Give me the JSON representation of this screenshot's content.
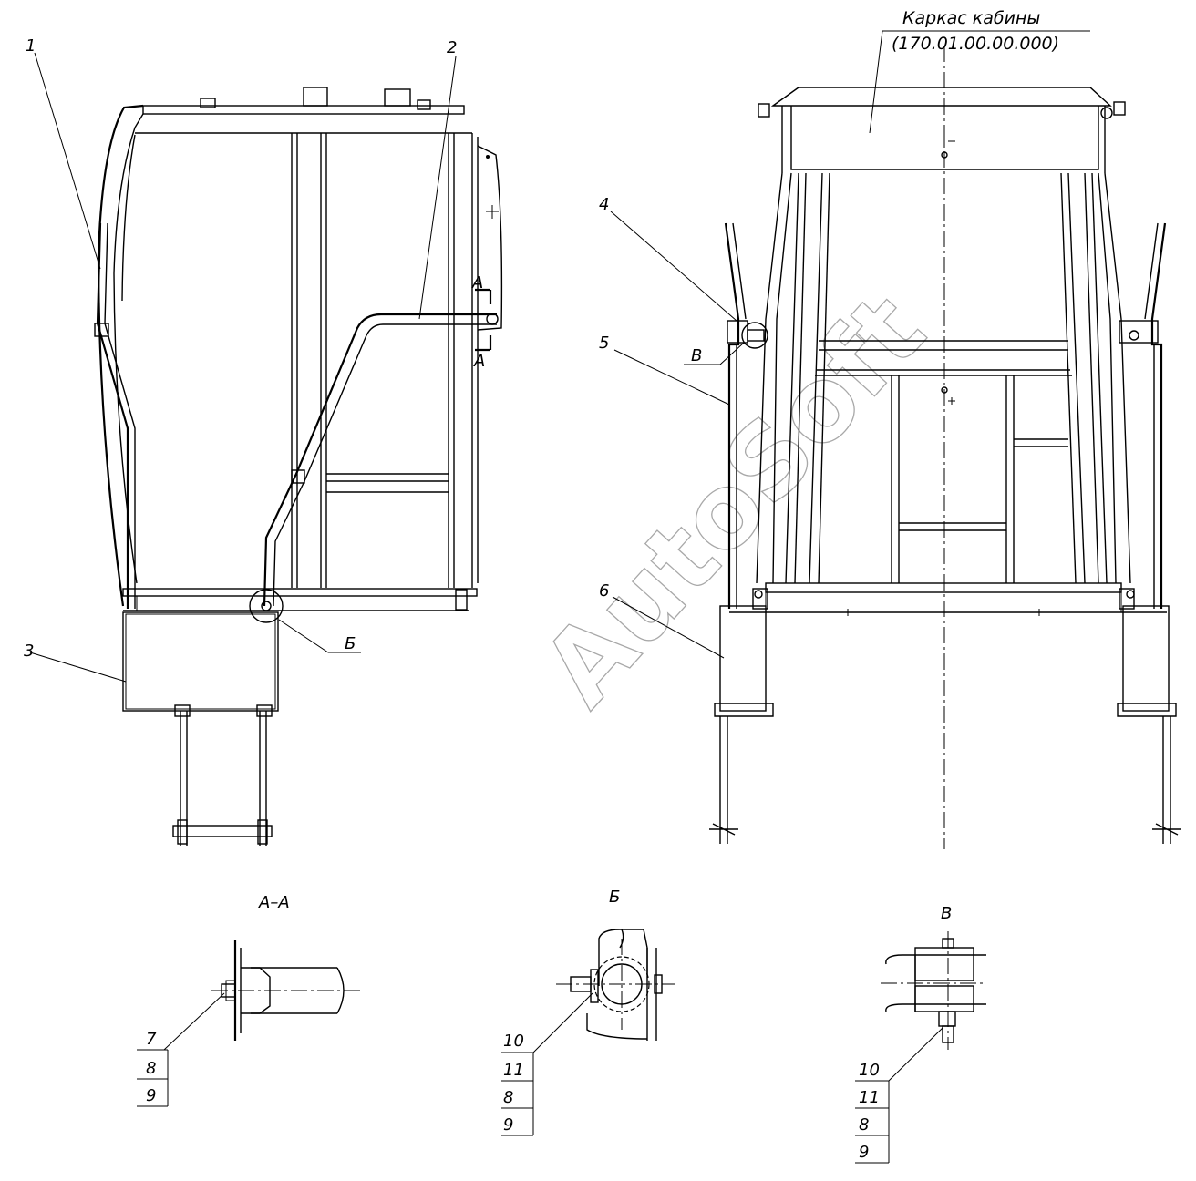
{
  "title": {
    "line1": "Каркас кабины",
    "line2": "(170.01.00.00.000)"
  },
  "callouts": [
    "1",
    "2",
    "3",
    "4",
    "5",
    "6"
  ],
  "section_marks": {
    "a_top": "А",
    "a_bottom": "А",
    "b": "Б",
    "v": "В"
  },
  "details": {
    "aa": {
      "title": "А–А",
      "stack": [
        "7",
        "8",
        "9"
      ]
    },
    "b": {
      "title": "Б",
      "stack": [
        "10",
        "11",
        "8",
        "9"
      ]
    },
    "v": {
      "title": "В",
      "stack": [
        "10",
        "11",
        "8",
        "9"
      ]
    }
  },
  "watermark": "AutoSoft"
}
